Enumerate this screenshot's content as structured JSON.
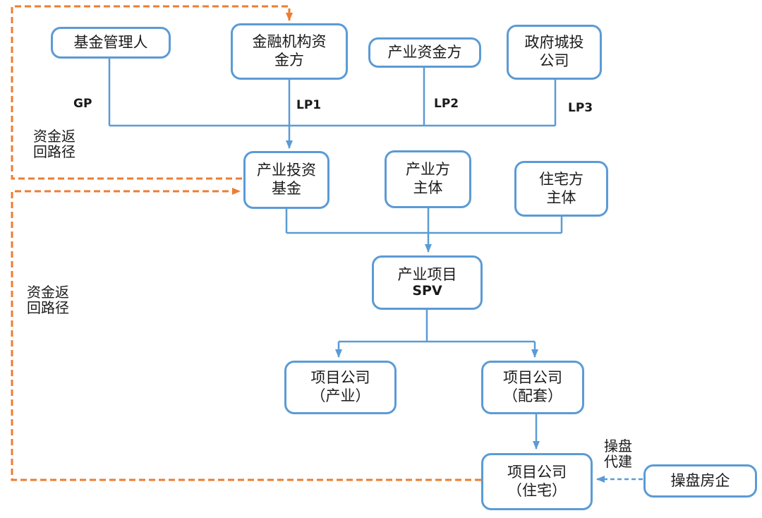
{
  "colors": {
    "box_border": "#5B9BD5",
    "solid_connector": "#5B9BD5",
    "dashed_return_path": "#ED7D31",
    "dashed_operate_arrow": "#5B9BD5",
    "text": "#1a1a1a",
    "background": "#ffffff"
  },
  "nodes": {
    "fund_manager": {
      "label": "基金管理人"
    },
    "financial_institution_capital": {
      "label": "金融机构资\n金方"
    },
    "industry_capital": {
      "label": "产业资金方"
    },
    "government_urban_investment": {
      "label": "政府城投\n公司"
    },
    "industry_investment_fund": {
      "label": "产业投资\n基金"
    },
    "industry_entity": {
      "label": "产业方\n主体"
    },
    "residential_entity": {
      "label": "住宅方\n主体"
    },
    "industry_project_spv": {
      "line1": "产业项目",
      "line2": "SPV"
    },
    "project_company_industry": {
      "label": "项目公司\n（产业）"
    },
    "project_company_supporting": {
      "label": "项目公司\n（配套）"
    },
    "project_company_residential": {
      "label": "项目公司\n（住宅）"
    },
    "operating_developer": {
      "label": "操盘房企"
    }
  },
  "labels": {
    "gp": "GP",
    "lp1": "LP1",
    "lp2": "LP2",
    "lp3": "LP3",
    "capital_return_path_top": "资金返\n回路径",
    "capital_return_path_bottom": "资金返\n回路径",
    "operate_build": "操盘\n代建"
  }
}
